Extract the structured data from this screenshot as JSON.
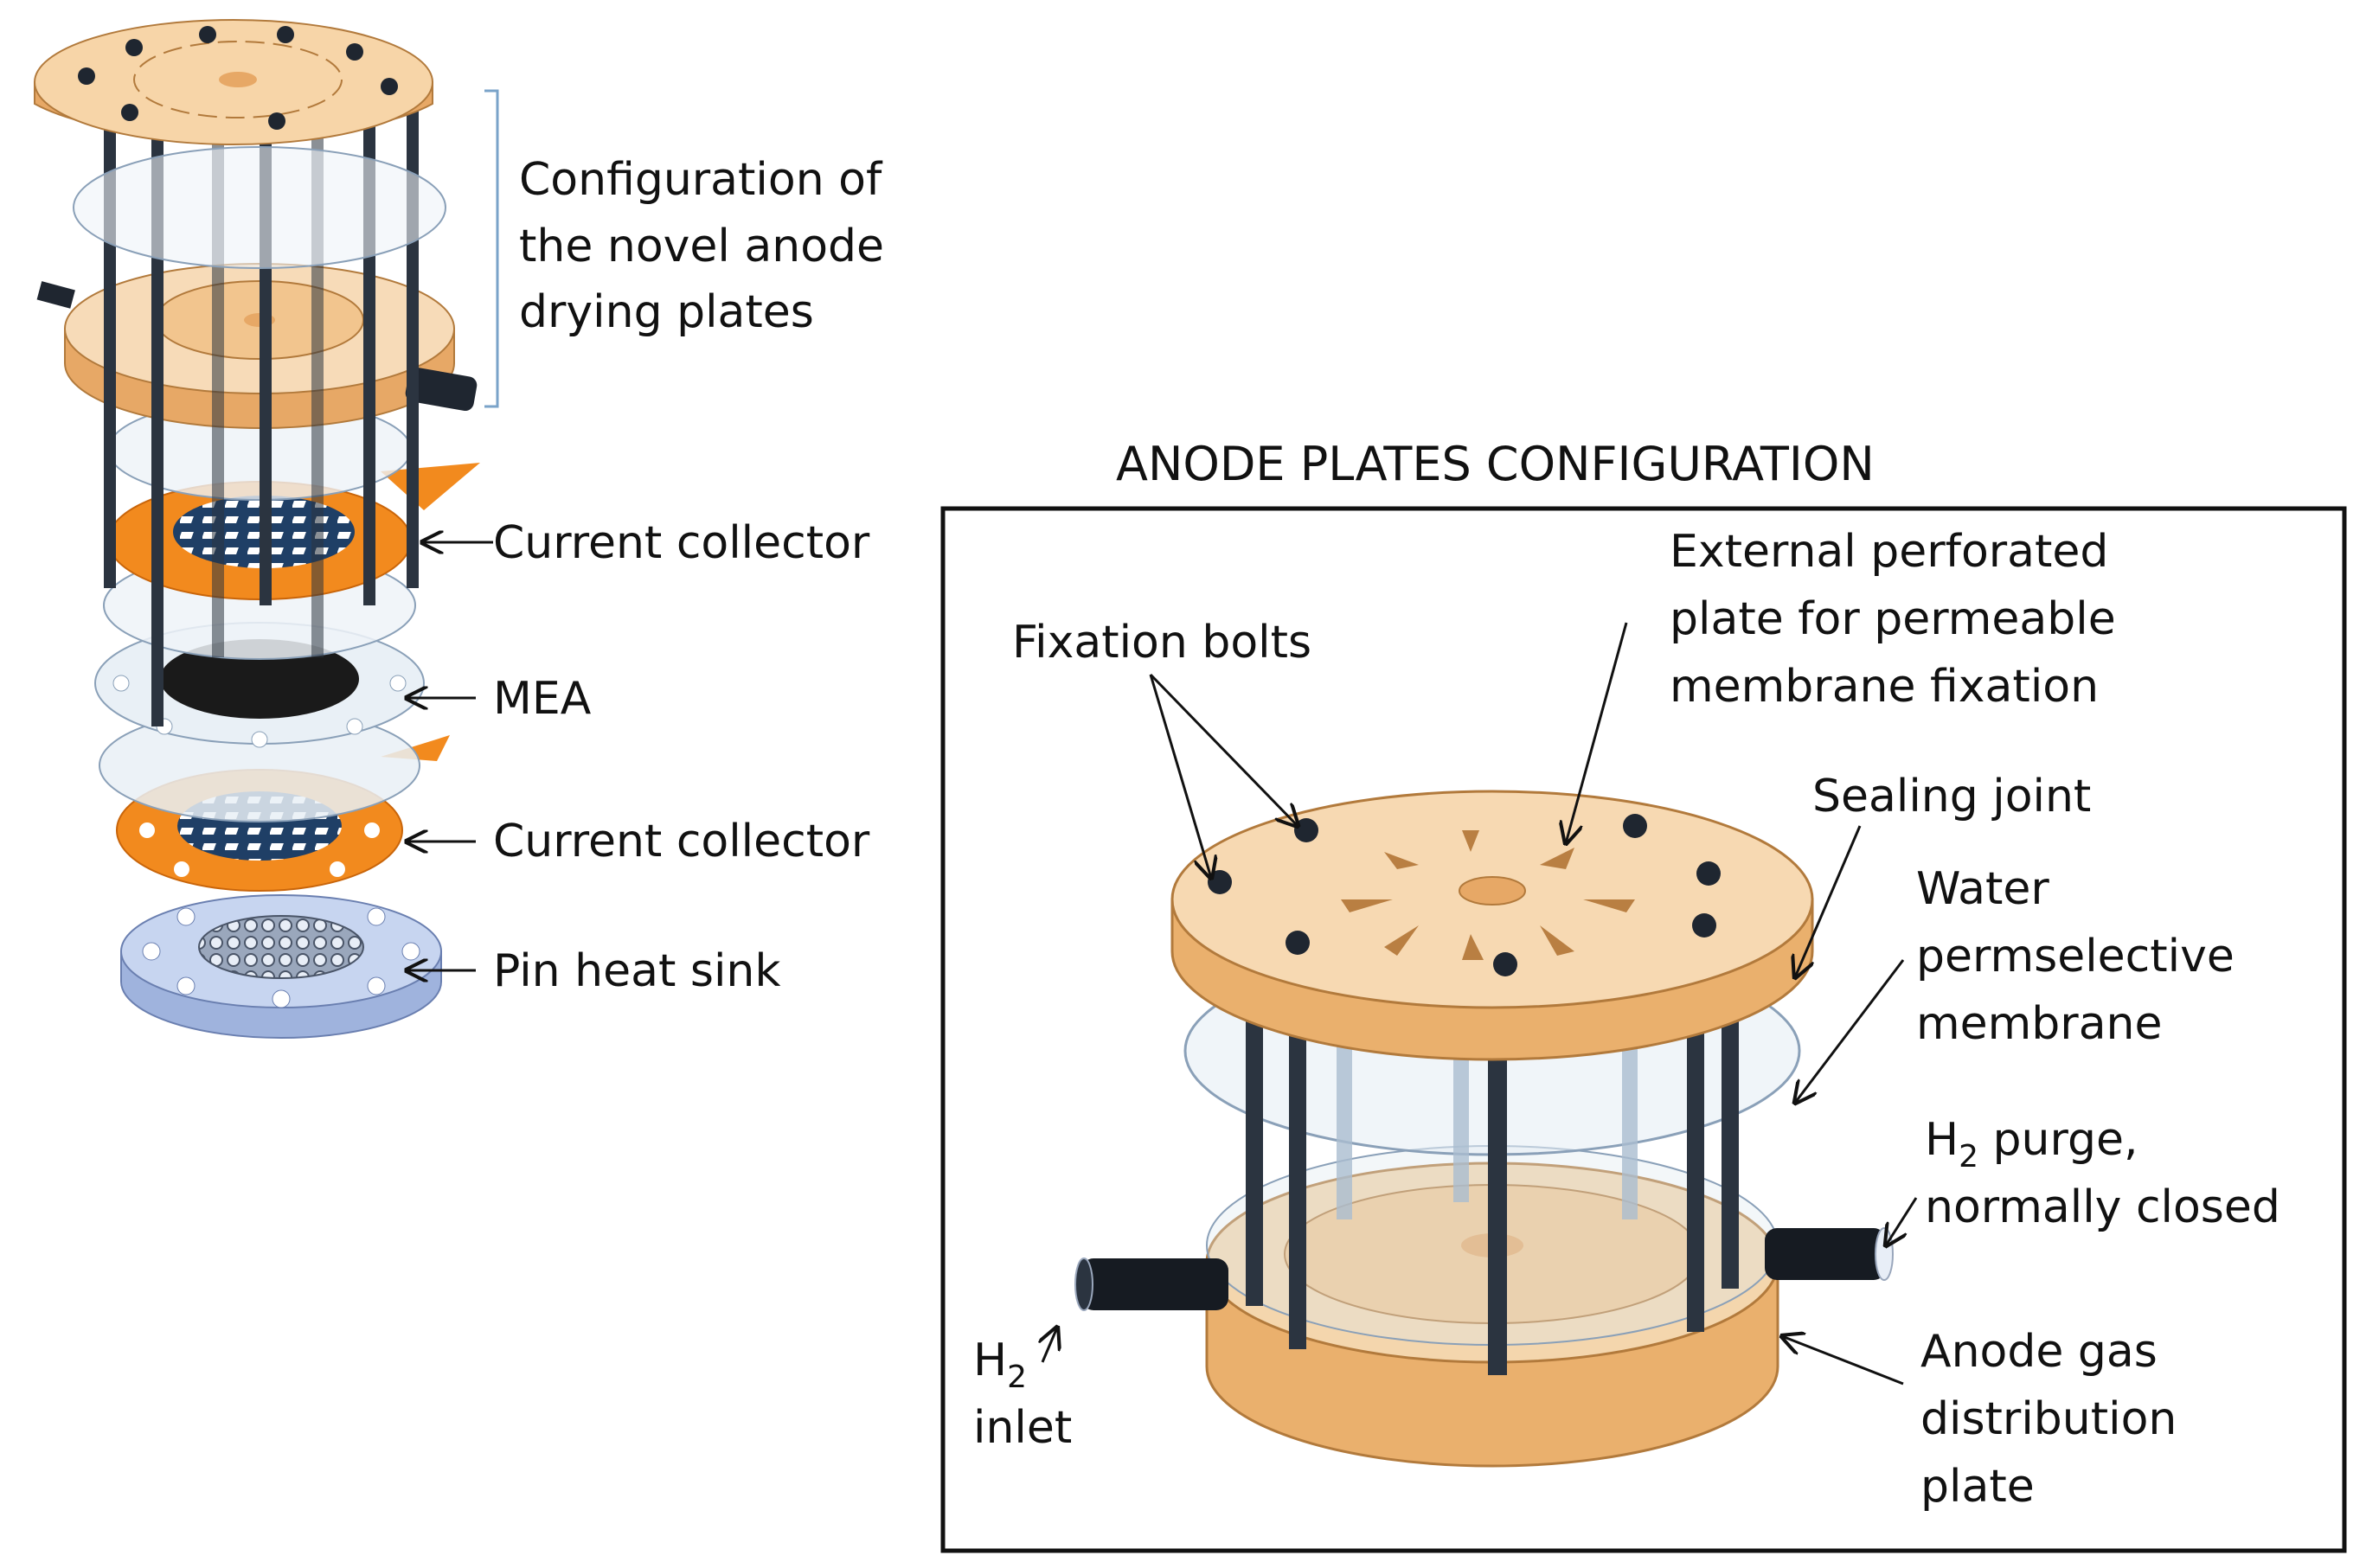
{
  "left_panel": {
    "bracket_label": [
      "Configuration of",
      "the novel anode",
      "drying plates"
    ],
    "callouts": {
      "current_collector_top": "Current collector",
      "mea": "MEA",
      "current_collector_bottom": "Current collector",
      "pin_heat_sink": "Pin heat sink"
    }
  },
  "right_panel": {
    "title": "ANODE PLATES CONFIGURATION",
    "labels": {
      "fixation_bolts": "Fixation bolts",
      "external_plate": [
        "External perforated",
        "plate for permeable",
        "membrane fixation"
      ],
      "sealing_joint": "Sealing joint",
      "water_membrane": [
        "Water",
        "permselective",
        "membrane"
      ],
      "h2_purge_prefix": "H",
      "h2_purge_sub": "2",
      "h2_purge_rest": " purge,",
      "h2_purge_line2": "normally closed",
      "h2_inlet_prefix": "H",
      "h2_inlet_sub": "2",
      "h2_inlet_line2": "inlet",
      "anode_plate": [
        "Anode gas",
        "distribution",
        "plate"
      ]
    }
  },
  "colors": {
    "wood": "#f2c58e",
    "wood_edge": "#e7a866",
    "copper": "#f28a1e",
    "glass": "#d9e6f0",
    "bolt": "#2b3440",
    "bracket": "#7aa3c9",
    "mea": "#1a1a1a",
    "heat_sink": "#b9c9ea"
  }
}
